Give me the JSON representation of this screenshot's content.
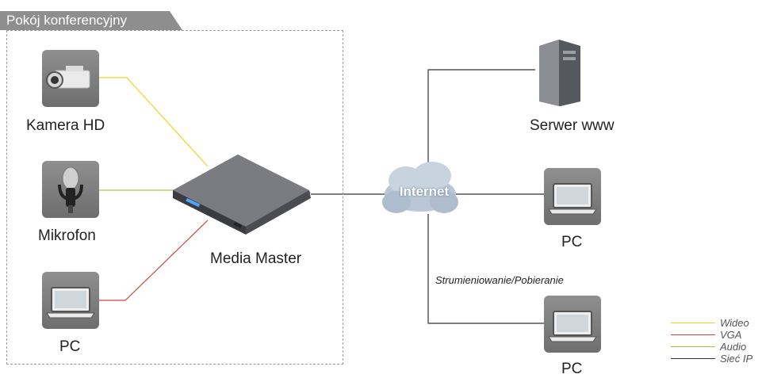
{
  "room": {
    "title": "Pokój konferencyjny"
  },
  "devices": {
    "camera": "Kamera HD",
    "microphone": "Mikrofon",
    "pc_room": "PC",
    "media_master": "Media Master",
    "internet": "Internet",
    "web_server": "Serwer www",
    "pc_remote_1": "PC",
    "pc_remote_2": "PC"
  },
  "annotations": {
    "streaming": "Strumieniowanie/Pobieranie"
  },
  "legend": [
    {
      "label": "Wideo",
      "color": "#f2d12a"
    },
    {
      "label": "VGA",
      "color": "#d0443a"
    },
    {
      "label": "Audio",
      "color": "#a8c63a"
    },
    {
      "label": "Sieć IP",
      "color": "#333333"
    }
  ],
  "colors": {
    "video": "#f2d12a",
    "vga": "#d0443a",
    "audio": "#a8c63a",
    "ip": "#333333"
  }
}
